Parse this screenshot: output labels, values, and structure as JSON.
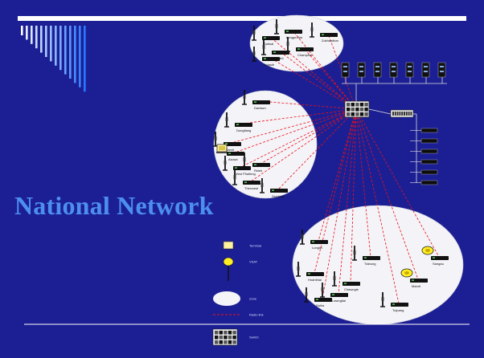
{
  "slide": {
    "title": "National Network",
    "colors": {
      "background": "#1c1f93",
      "title": "#4d8ff0",
      "link": "#e8101a",
      "zone": "#f4f4f8",
      "rule": "#ffffff"
    }
  },
  "zones": [
    {
      "id": "north",
      "stations": [
        {
          "label": "Lungprohia",
          "icon": "tower-icon"
        },
        {
          "label": "Zokhawthar",
          "icon": "tower-icon"
        },
        {
          "label": "Saitual",
          "icon": "tower-icon"
        },
        {
          "label": "Champhai",
          "icon": "tower-icon"
        },
        {
          "label": "Kolasib",
          "icon": "tower-icon"
        },
        {
          "label": "Bairabi",
          "icon": "tower-icon"
        }
      ]
    },
    {
      "id": "central",
      "stations": [
        {
          "label": "Darlawn",
          "icon": "tower-icon"
        },
        {
          "label": "Dungtlang",
          "icon": "tower-icon"
        },
        {
          "label": "Mamit",
          "icon": "tower-icon"
        },
        {
          "label": "West Phaileng",
          "icon": "tower-icon"
        },
        {
          "label": "Reiek",
          "icon": "tower-icon"
        },
        {
          "label": "Aizawl",
          "icon": "vsat-icon"
        },
        {
          "label": "Serchhip",
          "icon": "tower-icon"
        },
        {
          "label": "Thenzawl",
          "icon": "tower-icon"
        }
      ]
    },
    {
      "id": "south",
      "stations": [
        {
          "label": "Lunglei",
          "icon": "tower-icon"
        },
        {
          "label": "Hnahthial",
          "icon": "tower-icon"
        },
        {
          "label": "Tlabung",
          "icon": "tower-icon"
        },
        {
          "label": "Lawngtlai",
          "icon": "tower-icon"
        },
        {
          "label": "Chawngte",
          "icon": "tower-icon"
        },
        {
          "label": "Saiha",
          "icon": "tower-icon"
        },
        {
          "label": "Tuipang",
          "icon": "tower-icon"
        },
        {
          "label": "Sangau",
          "icon": "dish-icon"
        },
        {
          "label": "Mamit",
          "icon": "dish-icon"
        }
      ]
    }
  ],
  "legend": [
    {
      "icon": "terminal-icon",
      "label": "Terminal"
    },
    {
      "icon": "dish-icon",
      "label": "VSAT"
    },
    {
      "icon": "zone-icon",
      "label": "Zone"
    },
    {
      "icon": "link-icon",
      "label": "Radio link"
    },
    {
      "icon": "switch-icon",
      "label": "Switch"
    }
  ]
}
